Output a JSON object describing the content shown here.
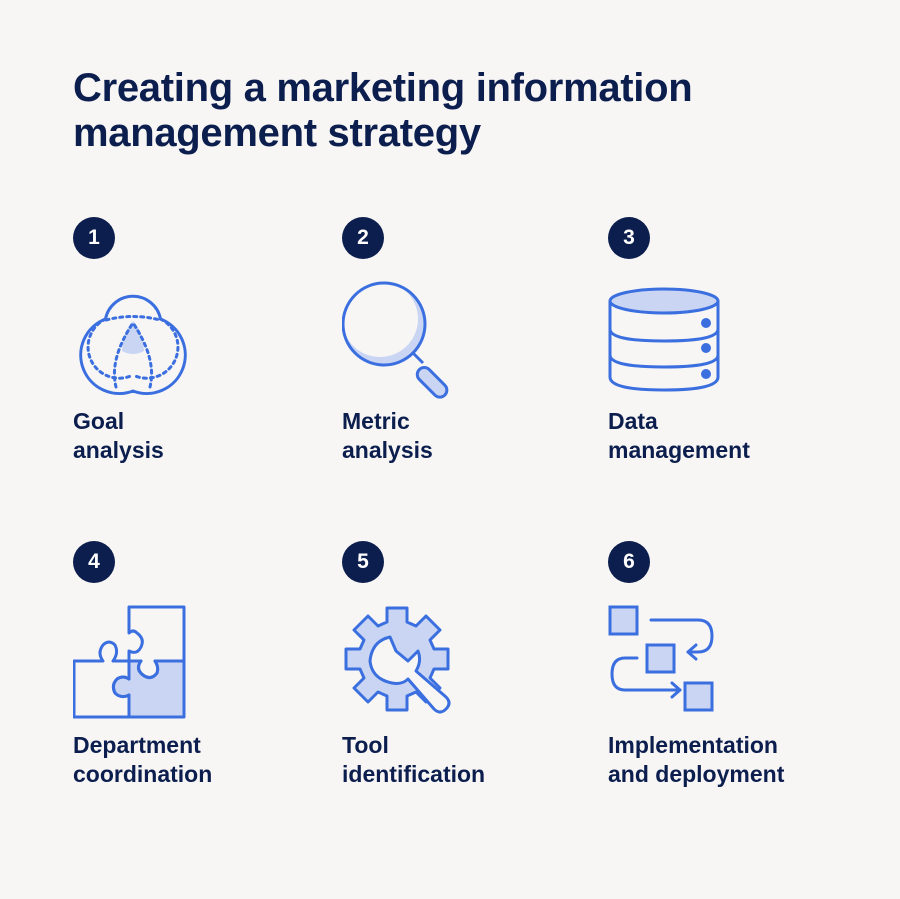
{
  "title": "Creating a marketing information management strategy",
  "title_lines": [
    "Creating a marketing information",
    "management strategy"
  ],
  "colors": {
    "background": "#f7f6f5",
    "navy": "#0c1e4e",
    "icon_stroke": "#3b6fe0",
    "icon_fill": "#c9d5f3"
  },
  "steps": [
    {
      "number": "1",
      "icon": "venn-diagram-icon",
      "line1": "Goal",
      "line2": "analysis"
    },
    {
      "number": "2",
      "icon": "magnifying-glass-icon",
      "line1": "Metric",
      "line2": "analysis"
    },
    {
      "number": "3",
      "icon": "database-icon",
      "line1": "Data",
      "line2": "management"
    },
    {
      "number": "4",
      "icon": "puzzle-icon",
      "line1": "Department",
      "line2": "coordination"
    },
    {
      "number": "5",
      "icon": "gear-wrench-icon",
      "line1": "Tool",
      "line2": "identification"
    },
    {
      "number": "6",
      "icon": "workflow-icon",
      "line1": "Implementation",
      "line2": "and deployment"
    }
  ]
}
